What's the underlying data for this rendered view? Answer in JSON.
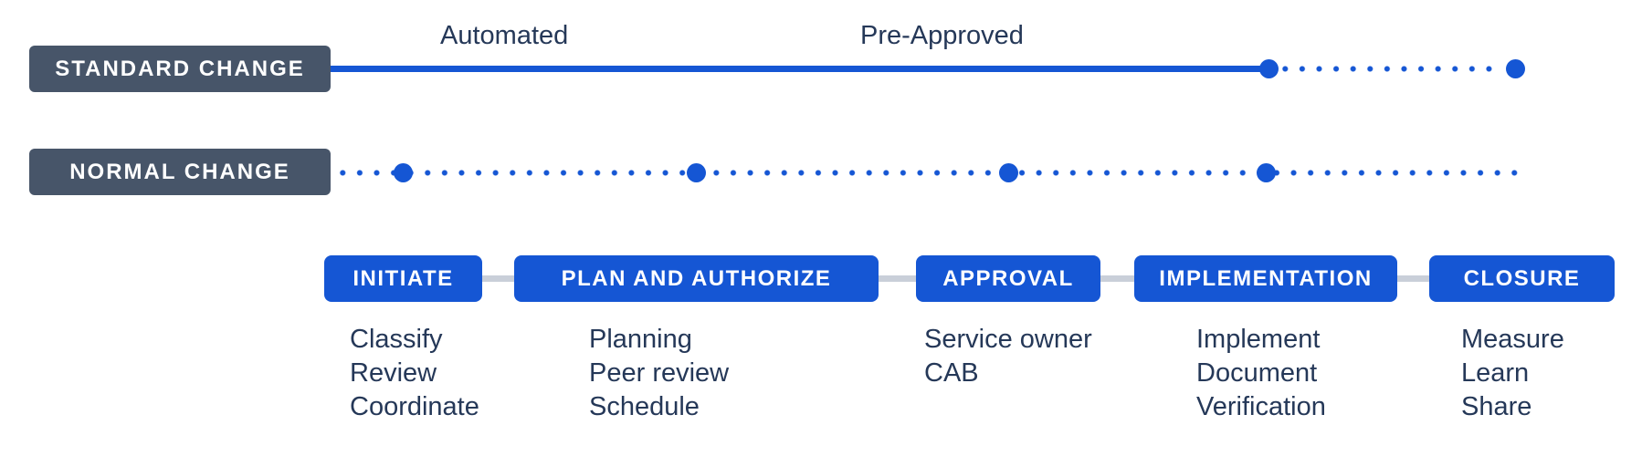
{
  "tracks": [
    {
      "label": "STANDARD CHANGE",
      "line_style": "solid then dotted",
      "annotations": [
        "Automated",
        "Pre-Approved"
      ]
    },
    {
      "label": "NORMAL CHANGE",
      "line_style": "dotted with stage dots"
    }
  ],
  "annotations": {
    "automated": "Automated",
    "pre_approved": "Pre-Approved"
  },
  "stages": [
    {
      "label": "INITIATE",
      "items": [
        "Classify",
        "Review",
        "Coordinate"
      ]
    },
    {
      "label": "PLAN AND AUTHORIZE",
      "items": [
        "Planning",
        "Peer review",
        "Schedule"
      ]
    },
    {
      "label": "APPROVAL",
      "items": [
        "Service owner",
        "CAB"
      ]
    },
    {
      "label": "IMPLEMENTATION",
      "items": [
        "Implement",
        "Document",
        "Verification"
      ]
    },
    {
      "label": "CLOSURE",
      "items": [
        "Measure",
        "Learn",
        "Share"
      ]
    }
  ],
  "colors": {
    "accent_blue": "#1556d4",
    "badge_slate": "#475569",
    "text_navy": "#253858",
    "connector_gray": "#c9cfd9"
  }
}
